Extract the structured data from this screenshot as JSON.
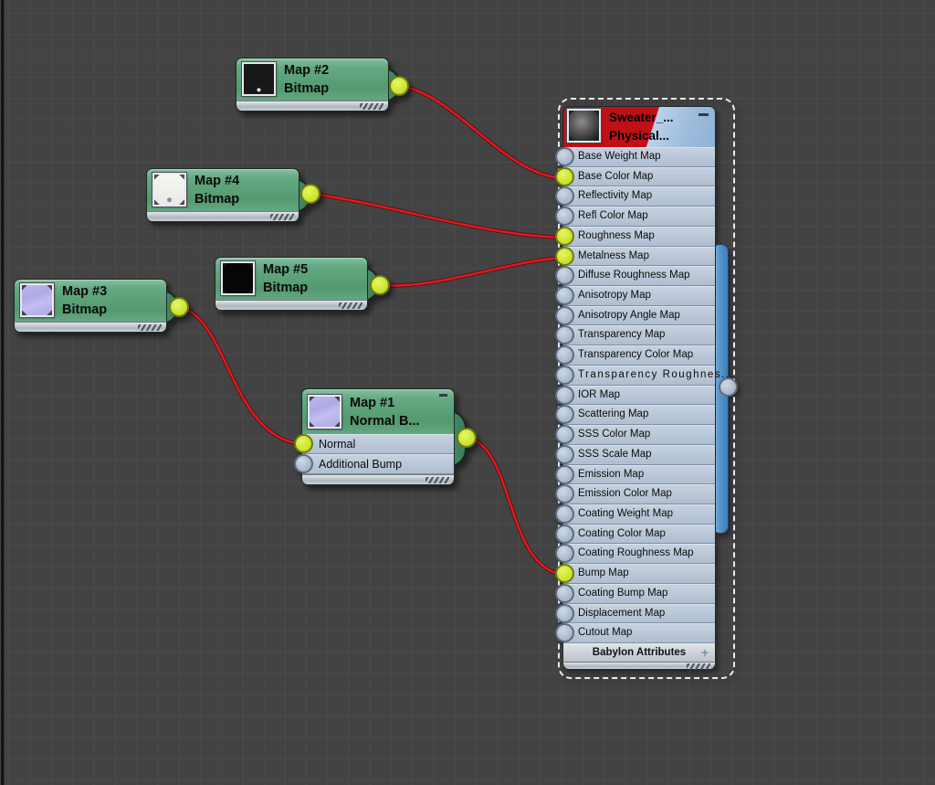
{
  "colors": {
    "background": "#434343",
    "grid_line": "#4b4b4b",
    "wire": "#e41a1c",
    "node_green": "#5aa17d",
    "material_row": "#b7c4d5",
    "title_red": "#c01016",
    "title_blue": "#9dbcdd",
    "side_bar_blue": "#4f8ec9",
    "socket_connected": "#cde32f",
    "socket_free": "#a7b6ca"
  },
  "nodes": {
    "map2": {
      "title": "Map #2",
      "subtitle": "Bitmap"
    },
    "map4": {
      "title": "Map #4",
      "subtitle": "Bitmap"
    },
    "map5": {
      "title": "Map #5",
      "subtitle": "Bitmap"
    },
    "map3": {
      "title": "Map #3",
      "subtitle": "Bitmap"
    },
    "map1": {
      "title": "Map #1",
      "subtitle": "Normal B...",
      "slots": [
        {
          "label": "Normal",
          "connected": true
        },
        {
          "label": "Additional Bump",
          "connected": false
        }
      ]
    },
    "material": {
      "title": "Sweater_...",
      "subtitle": "Physical...",
      "slots": [
        {
          "label": "Base Weight Map",
          "connected": false
        },
        {
          "label": "Base Color Map",
          "connected": true
        },
        {
          "label": "Reflectivity Map",
          "connected": false
        },
        {
          "label": "Refl Color Map",
          "connected": false
        },
        {
          "label": "Roughness Map",
          "connected": true
        },
        {
          "label": "Metalness Map",
          "connected": true
        },
        {
          "label": "Diffuse Roughness Map",
          "connected": false
        },
        {
          "label": "Anisotropy Map",
          "connected": false
        },
        {
          "label": "Anisotropy Angle Map",
          "connected": false
        },
        {
          "label": "Transparency Map",
          "connected": false
        },
        {
          "label": "Transparency Color Map",
          "connected": false
        },
        {
          "label": "Transparency Roughnes...",
          "connected": false
        },
        {
          "label": "IOR Map",
          "connected": false
        },
        {
          "label": "Scattering Map",
          "connected": false
        },
        {
          "label": "SSS Color Map",
          "connected": false
        },
        {
          "label": "SSS Scale Map",
          "connected": false
        },
        {
          "label": "Emission Map",
          "connected": false
        },
        {
          "label": "Emission Color Map",
          "connected": false
        },
        {
          "label": "Coating Weight Map",
          "connected": false
        },
        {
          "label": "Coating Color Map",
          "connected": false
        },
        {
          "label": "Coating Roughness Map",
          "connected": false
        },
        {
          "label": "Bump Map",
          "connected": true
        },
        {
          "label": "Coating Bump Map",
          "connected": false
        },
        {
          "label": "Displacement Map",
          "connected": false
        },
        {
          "label": "Cutout Map",
          "connected": false
        }
      ],
      "footer": {
        "label": "Babylon Attributes",
        "add_icon": "+"
      }
    }
  },
  "connections": [
    {
      "from": "Map #2 Bitmap",
      "to": "Base Color Map"
    },
    {
      "from": "Map #4 Bitmap",
      "to": "Roughness Map"
    },
    {
      "from": "Map #5 Bitmap",
      "to": "Metalness Map"
    },
    {
      "from": "Map #3 Bitmap",
      "to": "Map #1 Normal"
    },
    {
      "from": "Map #1 Normal Bump",
      "to": "Bump Map"
    }
  ]
}
